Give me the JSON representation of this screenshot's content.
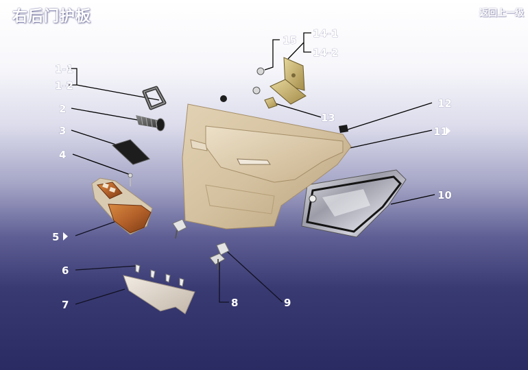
{
  "header": {
    "title": "右后门护板",
    "back_link": "返回上一级"
  },
  "callouts": {
    "c1_1": "1-1",
    "c1_2": "1-2",
    "c2": "2",
    "c3": "3",
    "c4": "4",
    "c5": "5",
    "c6": "6",
    "c7": "7",
    "c8": "8",
    "c9": "9",
    "c10": "10",
    "c11": "11",
    "c12": "12",
    "c13": "13",
    "c14_1": "14-1",
    "c14_2": "14-2",
    "c15": "15"
  },
  "expand_markers": [
    "c5",
    "c11"
  ]
}
